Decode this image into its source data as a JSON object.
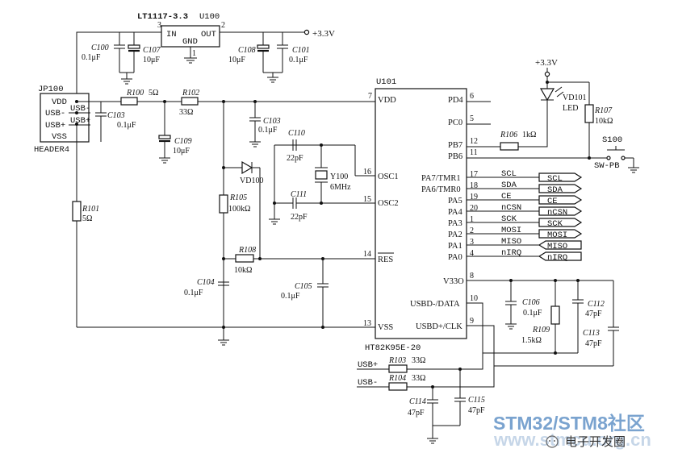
{
  "regulator": {
    "name": "LT1117-3.3",
    "ref": "U100",
    "pin_in": "IN",
    "pin_out": "OUT",
    "pin_gnd": "GND",
    "pin_in_num": "3",
    "pin_out_num": "2",
    "pin_gnd_num": "1"
  },
  "supply": {
    "label": "+3.3V",
    "label_led": "+3.3V"
  },
  "caps": {
    "c100": {
      "ref": "C100",
      "value": "0.1μF"
    },
    "c107": {
      "ref": "C107",
      "value": "10μF"
    },
    "c108": {
      "ref": "C108",
      "value": "10μF"
    },
    "c101": {
      "ref": "C101",
      "value": "0.1μF"
    },
    "c103a": {
      "ref": "C103",
      "value": "0.1μF"
    },
    "c109": {
      "ref": "C109",
      "value": "10μF"
    },
    "c103b": {
      "ref": "C103",
      "value": "0.1μF"
    },
    "c110": {
      "ref": "C110",
      "value": "22pF"
    },
    "c111": {
      "ref": "C111",
      "value": "22pF"
    },
    "c104": {
      "ref": "C104",
      "value": "0.1μF"
    },
    "c105": {
      "ref": "C105",
      "value": "0.1μF"
    },
    "c106": {
      "ref": "C106",
      "value": "0.1μF"
    },
    "c112": {
      "ref": "C112",
      "value": "47pF"
    },
    "c113": {
      "ref": "C113",
      "value": "47pF"
    },
    "c114": {
      "ref": "C114",
      "value": "47pF"
    },
    "c115": {
      "ref": "C115",
      "value": "47pF"
    }
  },
  "resistors": {
    "r100": {
      "ref": "R100",
      "value": "5Ω"
    },
    "r102": {
      "ref": "R102",
      "value": "33Ω"
    },
    "r101": {
      "ref": "R101",
      "value": "5Ω"
    },
    "r105": {
      "ref": "R105",
      "value": "100kΩ"
    },
    "r108": {
      "ref": "R108",
      "value": "10kΩ"
    },
    "r106": {
      "ref": "R106",
      "value": "1kΩ"
    },
    "r107": {
      "ref": "R107",
      "value": "10kΩ"
    },
    "r109": {
      "ref": "R109",
      "value": "1.5kΩ"
    },
    "r103": {
      "ref": "R103",
      "value": "33Ω"
    },
    "r104": {
      "ref": "R104",
      "value": "33Ω"
    }
  },
  "diodes": {
    "vd100": "VD100",
    "vd101": "VD101",
    "led_label": "LED"
  },
  "crystal": {
    "ref": "Y100",
    "value": "6MHz"
  },
  "switch": {
    "ref": "S100",
    "value": "SW-PB"
  },
  "header": {
    "ref": "JP100",
    "name": "HEADER4",
    "pins": [
      "VDD",
      "USB-",
      "USB+",
      "VSS"
    ]
  },
  "mcu": {
    "ref": "U101",
    "part": "HT82K95E-20",
    "left_pins": [
      {
        "name": "VDD",
        "num": "7"
      },
      {
        "name": "OSC1",
        "num": "16"
      },
      {
        "name": "OSC2",
        "num": "15"
      },
      {
        "name": "RES",
        "num": "14"
      },
      {
        "name": "VSS",
        "num": "13"
      }
    ],
    "right_pins": [
      {
        "name": "PD4",
        "num": "6"
      },
      {
        "name": "PC0",
        "num": "5"
      },
      {
        "name": "PB7",
        "num": "12"
      },
      {
        "name": "PB6",
        "num": "11"
      },
      {
        "name": "PA7/TMR1",
        "num": "17"
      },
      {
        "name": "PA6/TMR0",
        "num": "18"
      },
      {
        "name": "PA5",
        "num": "19"
      },
      {
        "name": "PA4",
        "num": "20"
      },
      {
        "name": "PA3",
        "num": "1"
      },
      {
        "name": "PA2",
        "num": "2"
      },
      {
        "name": "PA1",
        "num": "3"
      },
      {
        "name": "PA0",
        "num": "4"
      },
      {
        "name": "V33O",
        "num": "8"
      },
      {
        "name": "USBD-/DATA",
        "num": "10"
      },
      {
        "name": "USBD+/CLK",
        "num": "9"
      }
    ]
  },
  "signals": [
    {
      "net": "SCL",
      "flag": "SCL"
    },
    {
      "net": "SDA",
      "flag": "SDA"
    },
    {
      "net": "CE",
      "flag": "CE"
    },
    {
      "net": "nCSN",
      "flag": "nCSN"
    },
    {
      "net": "SCK",
      "flag": "SCK"
    },
    {
      "net": "MOSI",
      "flag": "MOSI"
    },
    {
      "net": "MISO",
      "flag": "MISO"
    },
    {
      "net": "nIRQ",
      "flag": "nIRQ"
    }
  ],
  "usb_nets": {
    "plus": "USB+",
    "minus": "USB-"
  },
  "watermark": {
    "title": "STM32/STM8社区",
    "subtitle": "电子开发圈",
    "site": "www.stmcu.org.cn"
  }
}
